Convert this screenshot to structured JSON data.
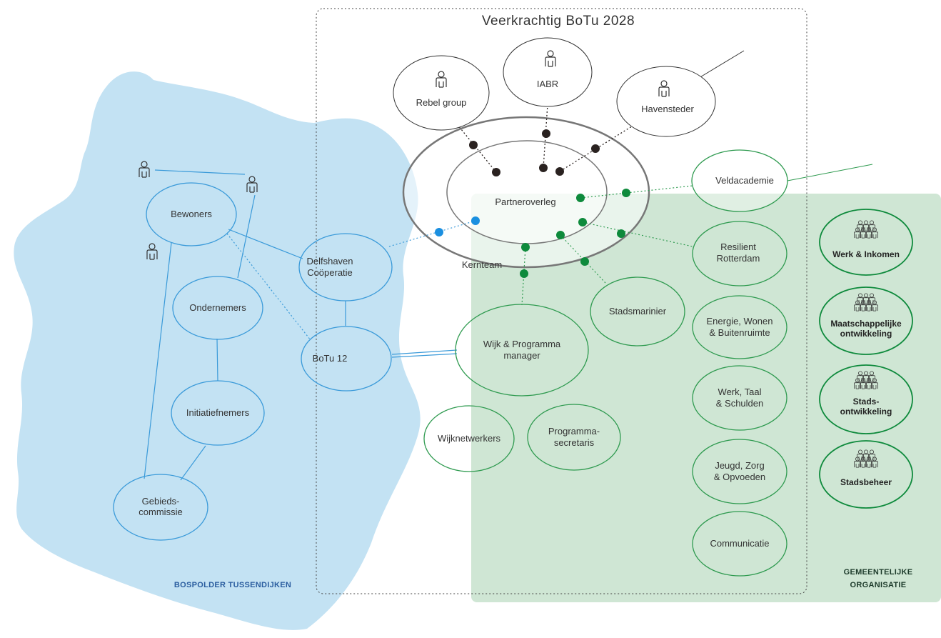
{
  "title": "Veerkrachtig BoTu 2028",
  "region_labels": {
    "bospolder": "BOSPOLDER TUSSENDIJKEN",
    "gemeente_line1": "GEMEENTELIJKE",
    "gemeente_line2": "ORGANISATIE"
  },
  "partners": {
    "rebel": "Rebel group",
    "iabr": "IABR",
    "havensteder": "Havensteder"
  },
  "core": {
    "partneroverleg": "Partneroverleg",
    "kernteam": "Kernteam"
  },
  "neighborhood": {
    "bewoners": "Bewoners",
    "ondernemers": "Ondernemers",
    "initiatiefnemers": "Initiatiefnemers",
    "gebied_line1": "Gebieds-",
    "gebied_line2": "commissie",
    "delfs_line1": "Delfshaven",
    "delfs_line2": "Coöperatie",
    "botu12": "BoTu 12"
  },
  "municipal": {
    "veldacademie": "Veldacademie",
    "resilient_line1": "Resilient",
    "resilient_line2": "Rotterdam",
    "stadsmarinier": "Stadsmarinier",
    "wijk_line1": "Wijk & Programma",
    "wijk_line2": "manager",
    "wijknetwerkers": "Wijknetwerkers",
    "prog_line1": "Programma-",
    "prog_line2": "secretaris",
    "energie_line1": "Energie, Wonen",
    "energie_line2": "& Buitenruimte",
    "werk_line1": "Werk, Taal",
    "werk_line2": "& Schulden",
    "jeugd_line1": "Jeugd, Zorg",
    "jeugd_line2": "& Opvoeden",
    "communicatie": "Communicatie"
  },
  "departments": {
    "werk_inkomen": "Werk & Inkomen",
    "maat_line1": "Maatschappelijke",
    "maat_line2": "ontwikkeling",
    "stads_line1": "Stads-",
    "stads_line2": "ontwikkeling",
    "stadsbeheer": "Stadsbeheer"
  },
  "colors": {
    "blue_region": "#c3e2f3",
    "green_region": "#cfe6d4",
    "blue_line": "#3a9ad9",
    "green_line": "#2e9a4f",
    "blue_dot": "#1a8fe0",
    "green_dot": "#0e8a3c",
    "black_dot": "#2a2220"
  },
  "icons": [
    "person-icon",
    "group-icon"
  ]
}
